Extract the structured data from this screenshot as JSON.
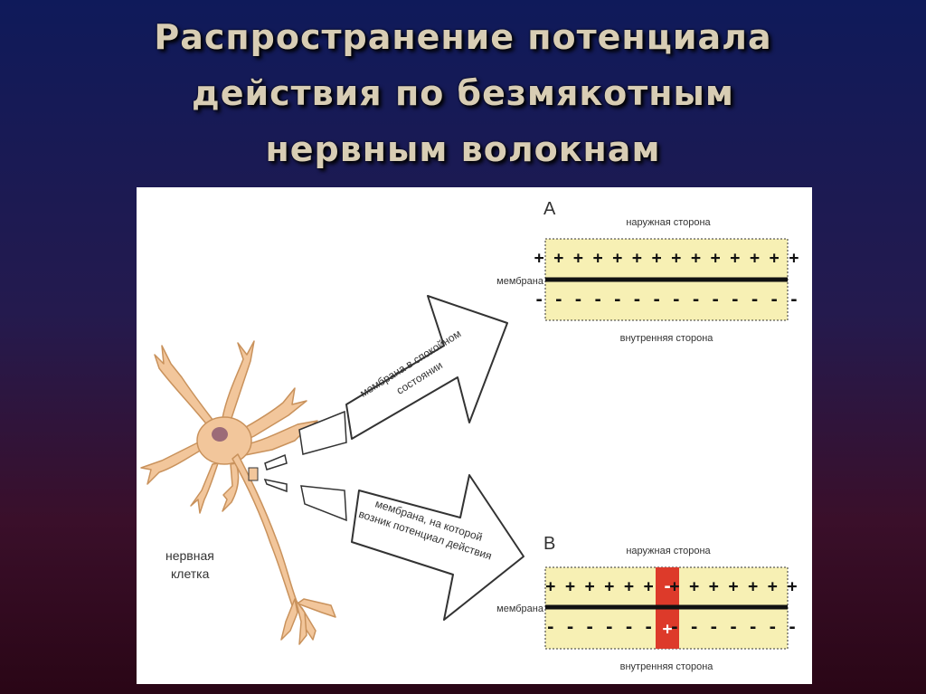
{
  "title": {
    "line1": "Распространение потенциала",
    "line2": "действия по безмякотным",
    "line3": "нервным волокнам"
  },
  "diagram": {
    "cell_label_line1": "нервная",
    "cell_label_line2": "клетка",
    "arrow_top_line1": "мембрана в спокойном",
    "arrow_top_line2": "состоянии",
    "arrow_bottom_line1": "мембрана, на которой",
    "arrow_bottom_line2": "возник потенциал действия",
    "panel_a": {
      "letter": "А",
      "outer": "наружная сторона",
      "membrane": "мембрана",
      "inner": "внутренняя сторона",
      "top_signs": "+ + + + + + + + + + + + + +",
      "bottom_signs": "- - - - - - - - - - - - - -"
    },
    "panel_b": {
      "letter": "В",
      "outer": "наружная сторона",
      "membrane": "мембрана",
      "inner": "внутренняя сторона",
      "top_signs_left": "+ + + + + +",
      "top_signs_right": "+ + + + + + +",
      "bottom_signs_left": "- - - - - -",
      "bottom_signs_right": "- - - - - - -",
      "active_top_sign": "-",
      "active_bottom_sign": "+"
    },
    "colors": {
      "membrane_fill": "#f7f0b4",
      "active_zone": "#dd3a2a",
      "neuron": "#f2c69b",
      "neuron_outline": "#c9925c"
    }
  }
}
